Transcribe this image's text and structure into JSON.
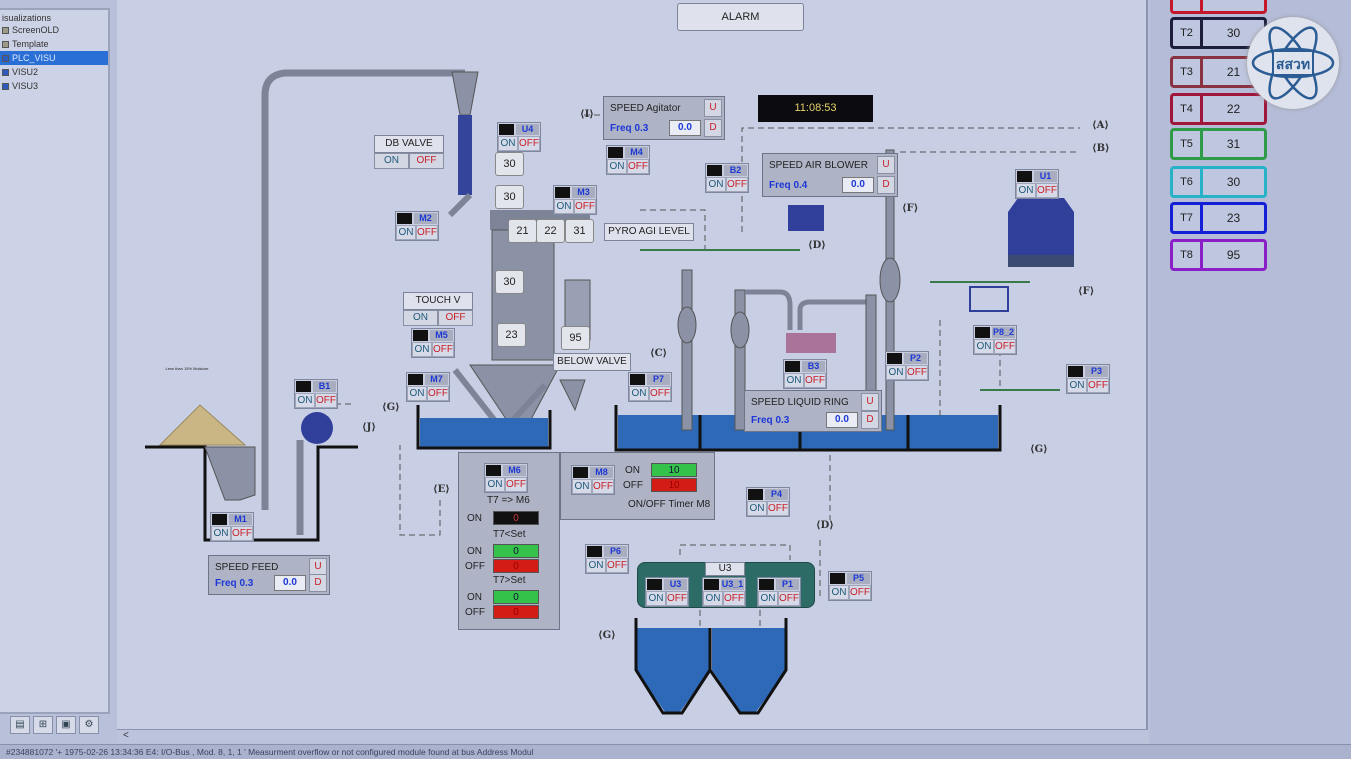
{
  "tree": {
    "header": "isualizations",
    "items": [
      {
        "label": "ScreenOLD",
        "type": "folder"
      },
      {
        "label": "Template",
        "type": "folder"
      },
      {
        "label": "PLC_VISU",
        "type": "visu",
        "selected": true
      },
      {
        "label": "VISU2",
        "type": "visu"
      },
      {
        "label": "VISU3",
        "type": "visu"
      }
    ],
    "tabs": [
      "doc-icon",
      "tree-icon",
      "visu-icon",
      "resource-icon"
    ]
  },
  "alarm_button": "ALARM",
  "clock": "11:08:53",
  "temps": [
    {
      "label": "T2",
      "value": "30",
      "color": "#1d1f3a"
    },
    {
      "label": "T3",
      "value": "21",
      "color": "#8a3340"
    },
    {
      "label": "T4",
      "value": "22",
      "color": "#a0153a"
    },
    {
      "label": "T5",
      "value": "31",
      "color": "#2f9b48"
    },
    {
      "label": "T6",
      "value": "30",
      "color": "#26b3c8"
    },
    {
      "label": "T7",
      "value": "23",
      "color": "#1420d8"
    },
    {
      "label": "T8",
      "value": "95",
      "color": "#8a1fc8"
    }
  ],
  "t1_color": "#c4182a",
  "logo_text": "สสวท",
  "motors": [
    "U4",
    "M4",
    "B2",
    "M3",
    "M2",
    "M5",
    "M7",
    "B1",
    "P7",
    "B3",
    "P2",
    "P8_2",
    "P3",
    "U1",
    "M1",
    "M6",
    "M8",
    "P4",
    "P6",
    "P5",
    "U3",
    "U3_1",
    "P1"
  ],
  "on_label": "ON",
  "off_label": "OFF",
  "reactor_values": [
    "30",
    "30",
    "21",
    "22",
    "31",
    "30",
    "23",
    "95"
  ],
  "labels": {
    "db_valve": "DB VALVE",
    "touch_v": "TOUCH V",
    "pyro": "PYRO AGI  LEVEL",
    "below_valve": "BELOW VALVE",
    "u3_group": "U3"
  },
  "speeds": {
    "agitator": {
      "title": "SPEED Agitator",
      "freq": "Freq 0.3",
      "value": "0.0"
    },
    "air_blower": {
      "title": "SPEED AIR BLOWER",
      "freq": "Freq 0.4",
      "value": "0.0"
    },
    "liquid_ring": {
      "title": "SPEED LIQUID RING",
      "freq": "Freq 0.3",
      "value": "0.0"
    },
    "feed": {
      "title": "SPEED FEED",
      "freq": "Freq 0.3",
      "value": "0.0"
    },
    "up": "U",
    "down": "D"
  },
  "m6_panel": {
    "title": "T7 => M6",
    "on": "0",
    "lt_title": "T7<Set",
    "lt_on": "0",
    "lt_off": "0",
    "gt_title": "T7>Set",
    "gt_on": "0",
    "gt_off": "0"
  },
  "m8_panel": {
    "on": "10",
    "off": "10",
    "caption": "ON/OFF Timer M8"
  },
  "tags": {
    "a": "A",
    "b": "B",
    "c": "C",
    "d": "D",
    "e": "E",
    "f": "F",
    "g": "G",
    "i": "I",
    "j": "J"
  },
  "feed_note": "Less than 15% Moisture",
  "scroll_left": "<",
  "status": "#234881072  '+ 1975-02-26 13:34:36 E4: I/O-Bus , Mod. 8, 1, 1 ' Measurment overflow or not configured module found at bus Address Modul"
}
